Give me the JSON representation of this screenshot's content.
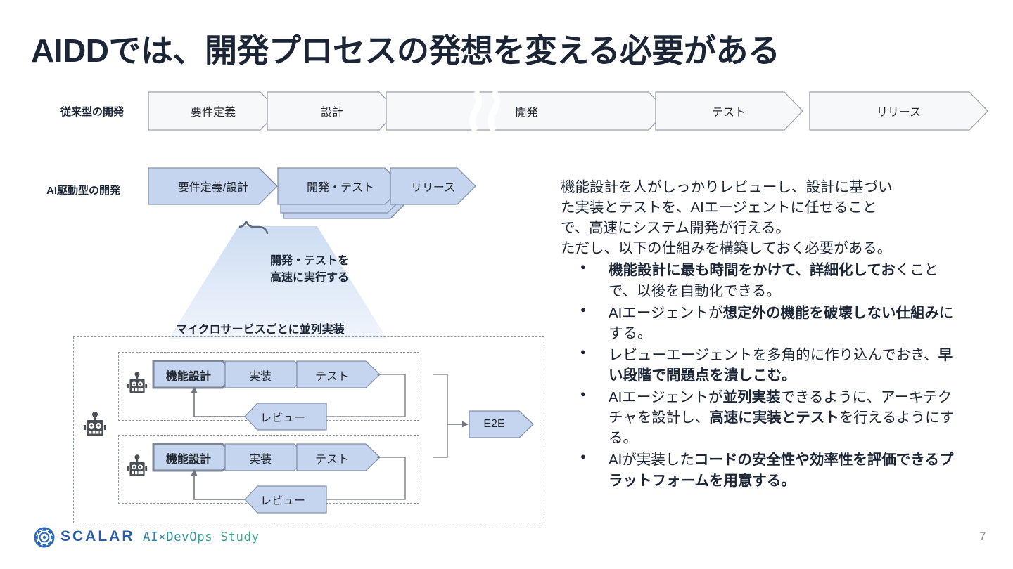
{
  "slide": {
    "title": "AIDDでは、開発プロセスの発想を変える必要がある",
    "page_number": "7",
    "colors": {
      "title": "#1b2535",
      "chevron_blue_fill": "#c5d5ef",
      "chevron_blue_border": "#8391a8",
      "chevron_gray_fill": "#f7f8fa",
      "chevron_gray_border": "#9aa0aa",
      "funnel_gradient_top": "#ccdcf2",
      "funnel_gradient_bottom": "#f1f5fc",
      "dash_border": "#8f96a0",
      "robot": "#4a4e55",
      "brand_blue": "#2a5ca8",
      "study_gradient_start": "#2f7fb8",
      "study_gradient_end": "#3fae86"
    }
  },
  "legacy_row": {
    "label": "従来型の開発",
    "steps": [
      {
        "label": "要件定義"
      },
      {
        "label": "設計"
      },
      {
        "label": "開発"
      },
      {
        "label": "テスト"
      },
      {
        "label": "リリース"
      }
    ]
  },
  "ai_row": {
    "label": "AI駆動型の開発",
    "steps": [
      {
        "label": "要件定義/設計"
      },
      {
        "label": "開発・テスト"
      },
      {
        "label": "リリース"
      }
    ]
  },
  "funnel": {
    "caption_line1": "開発・テストを",
    "caption_line2": "高速に実行する"
  },
  "microservices": {
    "title": "マイクロサービスごとに並列実装",
    "groups": [
      {
        "robot_icon": "robot-icon",
        "steps": [
          {
            "label": "機能設計",
            "emphasis": true
          },
          {
            "label": "実装",
            "emphasis": false
          },
          {
            "label": "テスト",
            "emphasis": false
          }
        ],
        "feedback": {
          "label": "レビュー"
        }
      },
      {
        "robot_icon": "robot-icon",
        "steps": [
          {
            "label": "機能設計",
            "emphasis": true
          },
          {
            "label": "実装",
            "emphasis": false
          },
          {
            "label": "テスト",
            "emphasis": false
          }
        ],
        "feedback": {
          "label": "レビュー"
        }
      }
    ],
    "outer_robot_icon": "robot-icon",
    "e2e": {
      "label": "E2E"
    }
  },
  "right_panel": {
    "paragraph_line1": "機能設計を人がしっかりレビューし、設計に基づい",
    "paragraph_line2": "た実装とテストを、AIエージェントに任せること",
    "paragraph_line3": "で、高速にシステム開発が行える。",
    "paragraph_line4": "ただし、以下の仕組みを構築しておく必要がある。",
    "bullets": [
      {
        "segments": [
          {
            "text": "機能設計に最も時間をかけて、詳細化してお",
            "bold": true
          },
          {
            "text": "くことで、以後を自動化できる。",
            "bold": false
          }
        ]
      },
      {
        "segments": [
          {
            "text": "AIエージェントが",
            "bold": false
          },
          {
            "text": "想定外の機能を破壊しない仕組み",
            "bold": true
          },
          {
            "text": "にする。",
            "bold": false
          }
        ]
      },
      {
        "segments": [
          {
            "text": "レビューエージェントを多角的に作り込んでおき、",
            "bold": false
          },
          {
            "text": "早い段階で問題点を潰しこむ。",
            "bold": true
          }
        ]
      },
      {
        "segments": [
          {
            "text": "AIエージェントが",
            "bold": false
          },
          {
            "text": "並列実装",
            "bold": true
          },
          {
            "text": "できるように、アーキテクチャを設計し、",
            "bold": false
          },
          {
            "text": "高速に実装とテスト",
            "bold": true
          },
          {
            "text": "を行えるようにする。",
            "bold": false
          }
        ]
      },
      {
        "segments": [
          {
            "text": "AIが実装した",
            "bold": false
          },
          {
            "text": "コードの安全性や効率性を評価できるプラットフォームを用意する。",
            "bold": true
          }
        ]
      }
    ]
  },
  "footer": {
    "brand": "SCALAR",
    "brand_icon": "scalar-logo-icon",
    "study": "AI×DevOps Study"
  }
}
